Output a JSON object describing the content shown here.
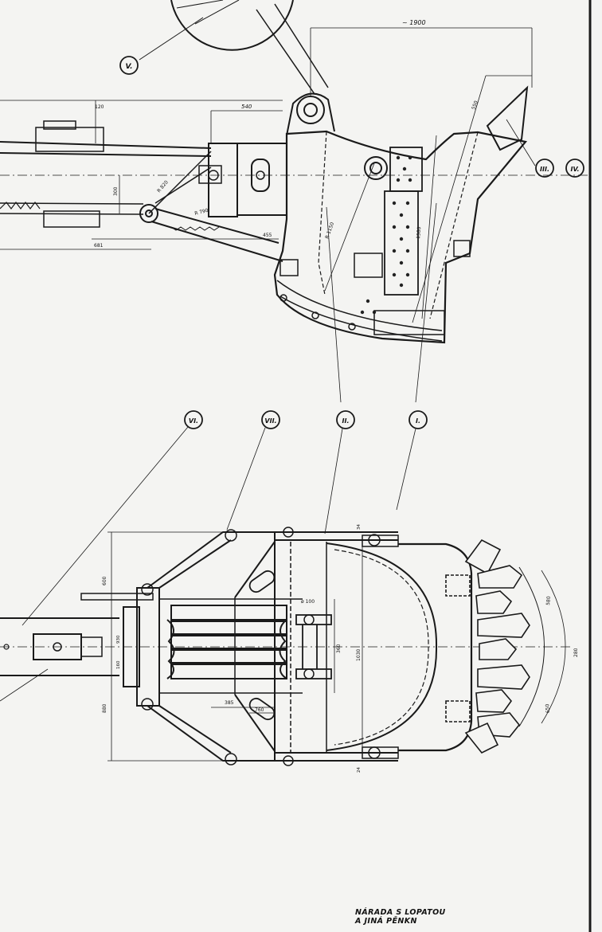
{
  "drawing": {
    "callouts": {
      "i": "I.",
      "ii": "II.",
      "iii": "III.",
      "iv": "IV.",
      "v": "V.",
      "vi": "VI.",
      "vii": "VII."
    },
    "dimensions": {
      "d1900": "~ 1900",
      "d120": "120",
      "d540": "540",
      "d550": "550",
      "d1150": "R 1150",
      "d1580": "1580",
      "d820": "R 820",
      "d790": "R 790",
      "d300": "300",
      "d655": "455",
      "d681": "681",
      "d600": "600",
      "d1030": "1030",
      "d385": "385",
      "d760": "760",
      "d360": "360",
      "dp100": "ø 100",
      "d580": "580",
      "d280": "280",
      "d650": "650",
      "d880": "880",
      "d930": "930",
      "d34": "34",
      "d24": "24",
      "d160": "160"
    },
    "caption_line1": "NÁRADA S LOPATOU",
    "caption_line2": "A JINÁ PĚNKN"
  }
}
